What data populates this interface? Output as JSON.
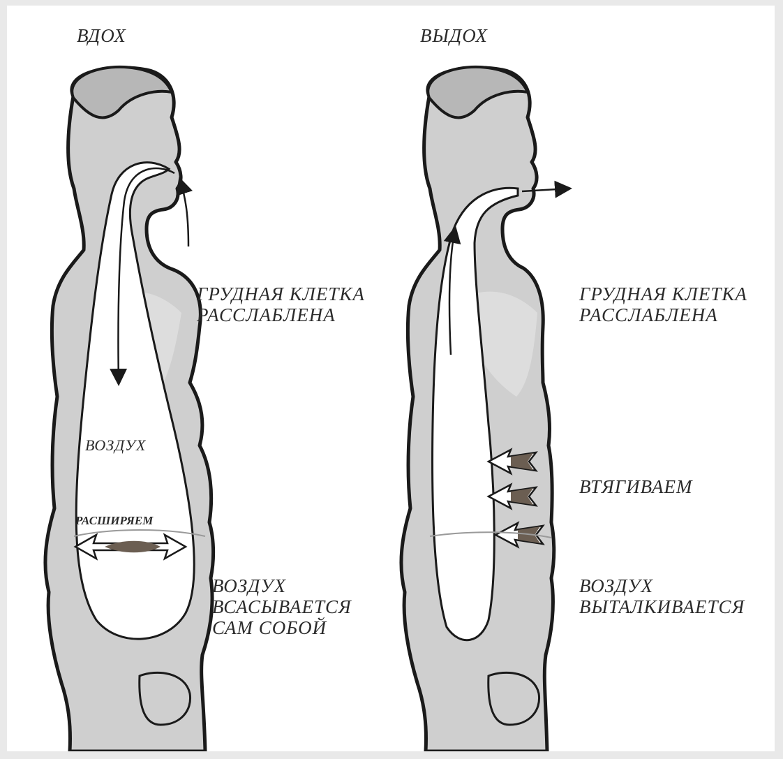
{
  "inhale": {
    "title": "ВДОХ",
    "chest_label": "ГРУДНАЯ КЛЕТКА\nРАССЛАБЛЕНА",
    "air_label": "ВОЗДУХ",
    "expand_label": "РАСШИРЯЕМ",
    "bottom_label": "ВОЗДУХ\nВСАСЫВАЕТСЯ\nСАМ СОБОЙ"
  },
  "exhale": {
    "title": "ВЫДОХ",
    "chest_label": "ГРУДНАЯ КЛЕТКА\nРАССЛАБЛЕНА",
    "pull_label": "ВТЯГИВАЕМ",
    "bottom_label": "ВОЗДУХ\nВЫТАЛКИВАЕТСЯ"
  },
  "colors": {
    "body_fill": "#cfcfcf",
    "body_shadow": "#b9b9b9",
    "outline": "#1a1a1a",
    "arrow_fill": "#6b5e52"
  }
}
